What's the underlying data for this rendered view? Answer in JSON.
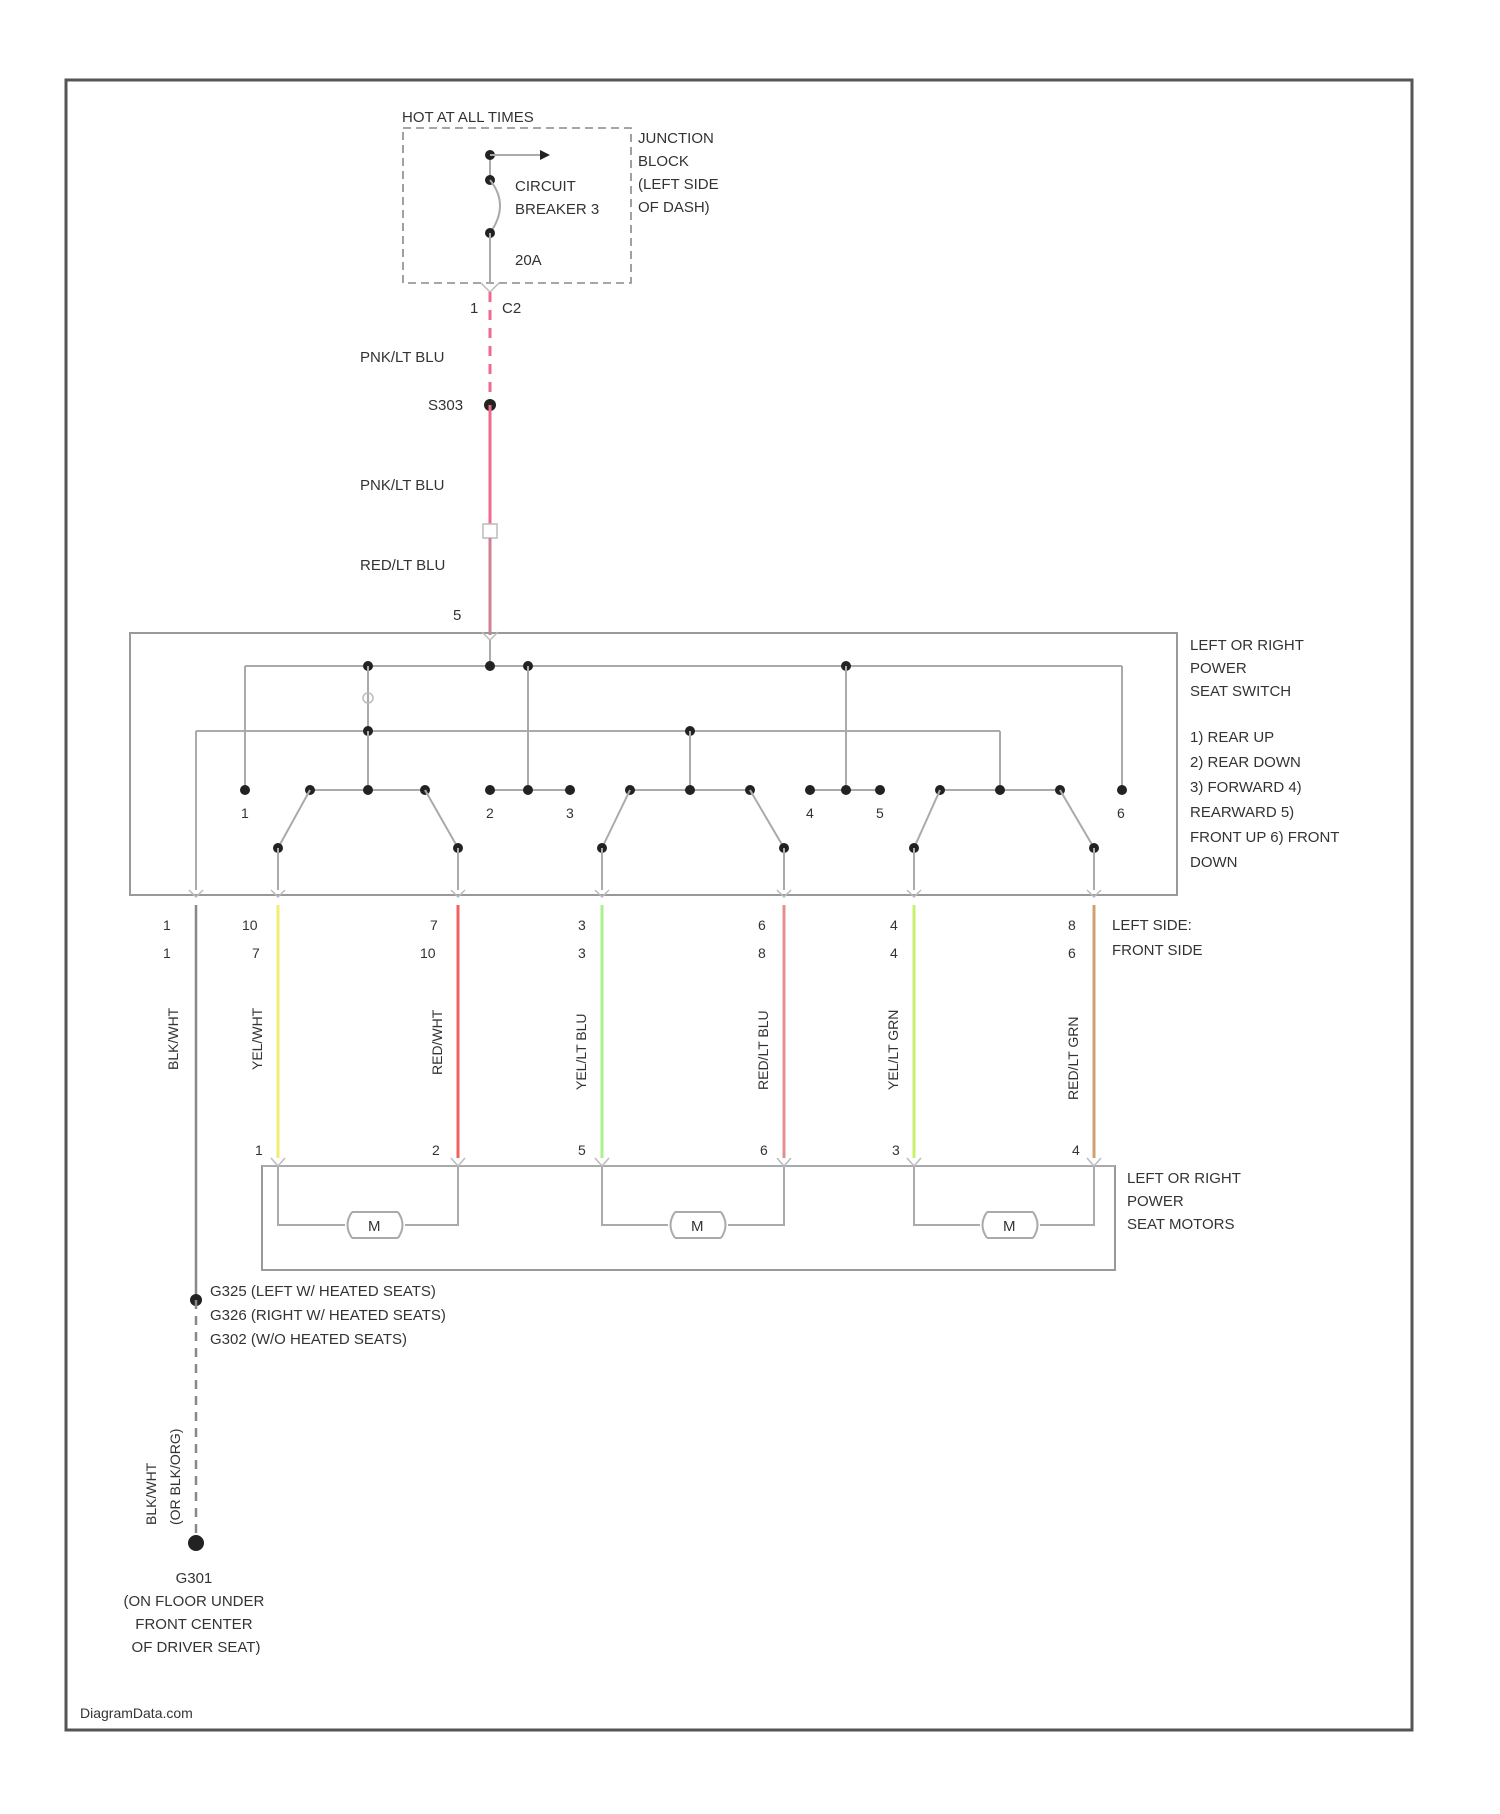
{
  "colors": {
    "pnk_lt_blu": "#f06a8c",
    "red_lt_blu": "#d08090",
    "yel_wht": "#f2ee70",
    "red_wht": "#f06060",
    "yel_lt_blu": "#a8f090",
    "red_lt_blu_2": "#e09090",
    "yel_lt_grn": "#c8f070",
    "red_lt_grn": "#d0a070",
    "ground": "#888888"
  },
  "labels": {
    "hot": "HOT AT ALL TIMES",
    "jb": [
      "JUNCTION",
      "BLOCK",
      "(LEFT SIDE",
      "OF DASH)"
    ],
    "cb": [
      "CIRCUIT",
      "BREAKER 3"
    ],
    "cb_rating": "20A",
    "jb_conn_pin": "1",
    "jb_conn": "C2",
    "wire_pnk_1": "PNK/LT BLU",
    "splice": "S303",
    "wire_pnk_2": "PNK/LT BLU",
    "wire_red": "RED/LT BLU",
    "sw_pin_top": "5",
    "switch": [
      "LEFT OR RIGHT",
      "POWER",
      "SEAT SWITCH"
    ],
    "positions": [
      "1) REAR UP",
      "2) REAR DOWN",
      "3) FORWARD 4)",
      "REARWARD 5)",
      "FRONT UP 6) FRONT",
      "DOWN"
    ],
    "sw_pos_nums": [
      "1",
      "2",
      "3",
      "4",
      "5",
      "6"
    ],
    "lhd_rhd_note": [
      "LEFT SIDE:",
      "FRONT SIDE"
    ],
    "motors": [
      "LEFT OR RIGHT",
      "POWER",
      "SEAT MOTORS"
    ],
    "motor_symbol": "M",
    "ground_splice": [
      "G325 (LEFT W/ HEATED SEATS)",
      "G326 (RIGHT W/ HEATED SEATS)",
      "G302 (W/O HEATED SEATS)"
    ],
    "ground_wire": [
      "BLK/WHT",
      "(OR BLK/ORG)"
    ],
    "ground_pt": [
      "G301",
      "(ON FLOOR UNDER",
      "FRONT CENTER",
      "OF DRIVER SEAT)"
    ],
    "watermark": "DiagramData.com"
  },
  "harness_wires": [
    {
      "label": "BLK/WHT",
      "pin_a": "1",
      "pin_b": "1"
    },
    {
      "label": "YEL/WHT",
      "pin_a": "10",
      "pin_b": "7"
    },
    {
      "label": "RED/WHT",
      "pin_a": "7",
      "pin_b": "10"
    },
    {
      "label": "YEL/LT BLU",
      "pin_a": "3",
      "pin_b": "3"
    },
    {
      "label": "RED/LT BLU",
      "pin_a": "6",
      "pin_b": "8"
    },
    {
      "label": "YEL/LT GRN",
      "pin_a": "4",
      "pin_b": "4"
    },
    {
      "label": "RED/LT GRN",
      "pin_a": "8",
      "pin_b": "6"
    }
  ],
  "motor_pins": [
    "1",
    "2",
    "5",
    "6",
    "3",
    "4"
  ]
}
